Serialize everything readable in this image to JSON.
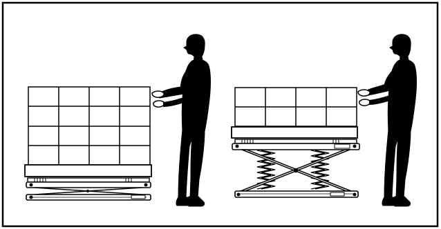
{
  "figure": {
    "panels": [
      {
        "id": "left",
        "scene": "worker-beside-pallet-on-lowered-scissor-lift",
        "load": {
          "columns": 4,
          "rows": 4
        },
        "lift_state": "lowered",
        "springs_visible": false
      },
      {
        "id": "right",
        "scene": "worker-beside-pallet-on-raised-spring-scissor-lift",
        "load": {
          "columns": 4,
          "rows": 2
        },
        "lift_state": "raised",
        "springs_visible": true
      }
    ],
    "colors": {
      "ink": "#000000",
      "paper": "#ffffff"
    }
  }
}
